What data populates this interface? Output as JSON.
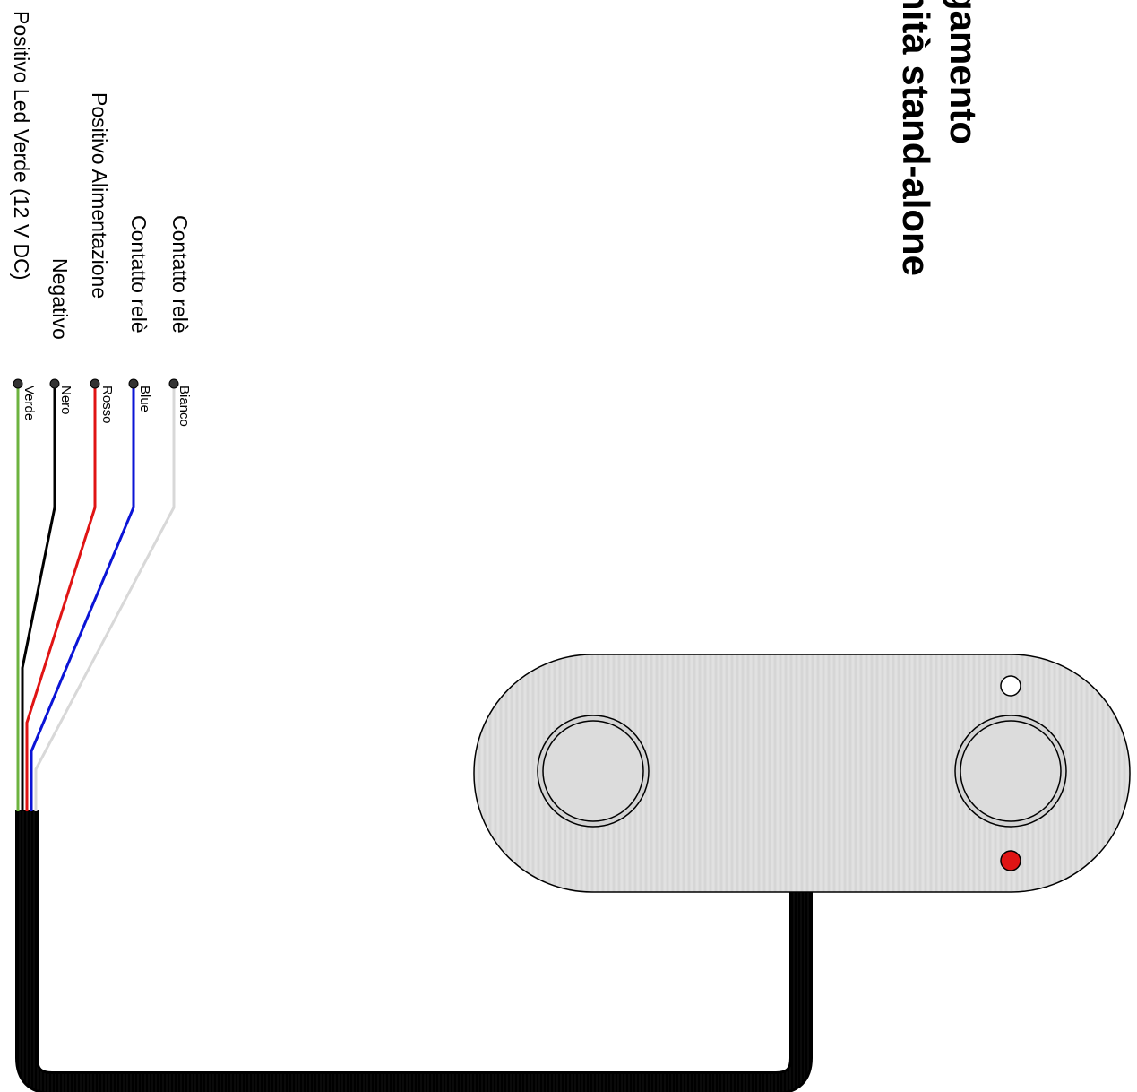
{
  "title": {
    "line1": "gamento",
    "line2": "nità stand-alone"
  },
  "wires": [
    {
      "function": "Contatto relè",
      "color_name": "Bianco",
      "stroke": "#d8d8d8"
    },
    {
      "function": "Contatto relè",
      "color_name": "Blue",
      "stroke": "#0b14d6"
    },
    {
      "function": "Positivo Alimentazione",
      "color_name": "Rosso",
      "stroke": "#e01414"
    },
    {
      "function": "Negativo",
      "color_name": "Nero",
      "stroke": "#000000"
    },
    {
      "function": "Positivo Led Verde (12 V DC)",
      "color_name": "Verde",
      "stroke": "#6db33f"
    }
  ],
  "device": {
    "plate_color": "#dcdcdc",
    "led_top_color": "#ffffff",
    "led_bottom_color": "#e01414"
  }
}
